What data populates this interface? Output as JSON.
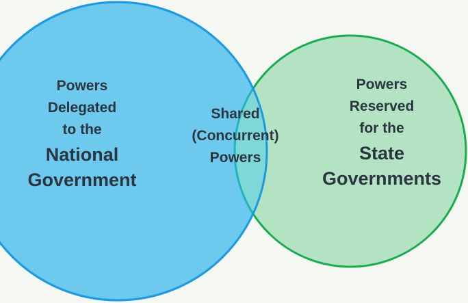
{
  "colors": {
    "national_fill": "#6ec9ef",
    "national_stroke": "#1e9ae0",
    "state_fill": "#b3e3c2",
    "state_stroke": "#1aab4f",
    "shared_fill": "#7fd7d8",
    "shared_stroke": "#22b4bc",
    "text": "#2b3540"
  },
  "national": {
    "line1": "Powers",
    "line2": "Delegated",
    "line3": "to the",
    "line4": "National",
    "line5": "Government"
  },
  "shared": {
    "line1": "Shared",
    "line2": "(Concurrent)",
    "line3": "Powers"
  },
  "state": {
    "line1": "Powers",
    "line2": "Reserved",
    "line3": "for the",
    "line4": "State",
    "line5": "Governments"
  }
}
